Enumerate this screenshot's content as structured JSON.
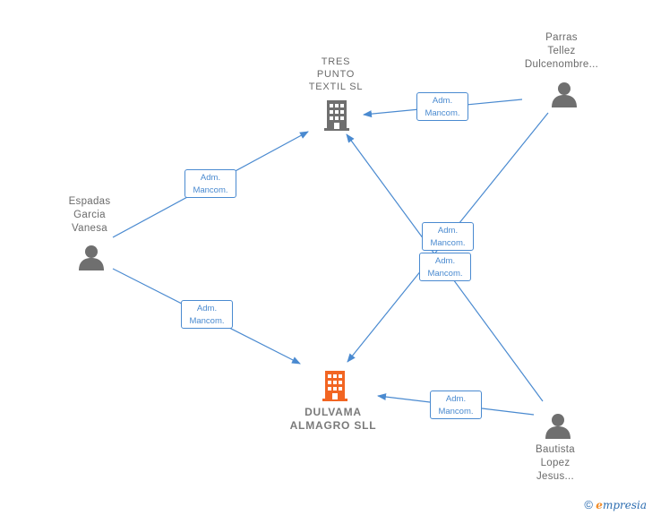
{
  "nodes": {
    "tres_punto": {
      "label_lines": [
        "TRES",
        "PUNTO",
        "TEXTIL  SL"
      ],
      "type": "company"
    },
    "dulvama": {
      "label_lines": [
        "DULVAMA",
        "ALMAGRO  SLL"
      ],
      "type": "company",
      "highlight": true
    },
    "parras": {
      "label_lines": [
        "Parras",
        "Tellez",
        "Dulcenombre..."
      ],
      "type": "person"
    },
    "espadas": {
      "label_lines": [
        "Espadas",
        "Garcia",
        "Vanesa"
      ],
      "type": "person"
    },
    "bautista": {
      "label_lines": [
        "Bautista",
        "Lopez",
        "Jesus..."
      ],
      "type": "person"
    }
  },
  "edges": [
    {
      "from": "parras",
      "to": "tres_punto",
      "label_line1": "Adm.",
      "label_line2": "Mancom."
    },
    {
      "from": "espadas",
      "to": "tres_punto",
      "label_line1": "Adm.",
      "label_line2": "Mancom."
    },
    {
      "from": "espadas",
      "to": "dulvama",
      "label_line1": "Adm.",
      "label_line2": "Mancom."
    },
    {
      "from": "parras",
      "to": "dulvama",
      "label_line1": "Adm.",
      "label_line2": "Mancom."
    },
    {
      "from": "bautista",
      "to": "tres_punto",
      "label_line1": "Adm.",
      "label_line2": "Mancom."
    },
    {
      "from": "bautista",
      "to": "dulvama",
      "label_line1": "Adm.",
      "label_line2": "Mancom."
    }
  ],
  "colors": {
    "edge": "#4a8ad0",
    "company_icon": "#6f6f6f",
    "company_icon_highlight": "#f26522",
    "person_icon": "#6f6f6f"
  },
  "brand": {
    "symbol": "©",
    "e": "e",
    "rest": "mpresia"
  }
}
